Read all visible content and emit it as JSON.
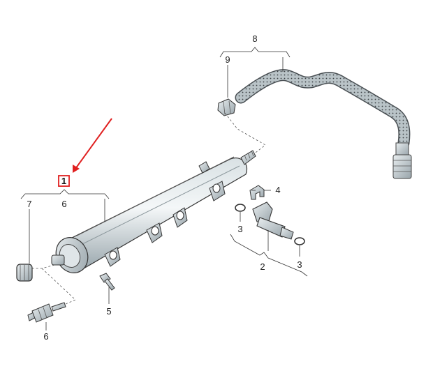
{
  "diagram": {
    "highlight_color": "#e02020",
    "highlighted_label": "1",
    "labels": {
      "l1": "1",
      "l2": "2",
      "l3a": "3",
      "l3b": "3",
      "l4": "4",
      "l5": "5",
      "l6a": "6",
      "l6b": "6",
      "l7": "7",
      "l8": "8",
      "l9": "9"
    }
  }
}
